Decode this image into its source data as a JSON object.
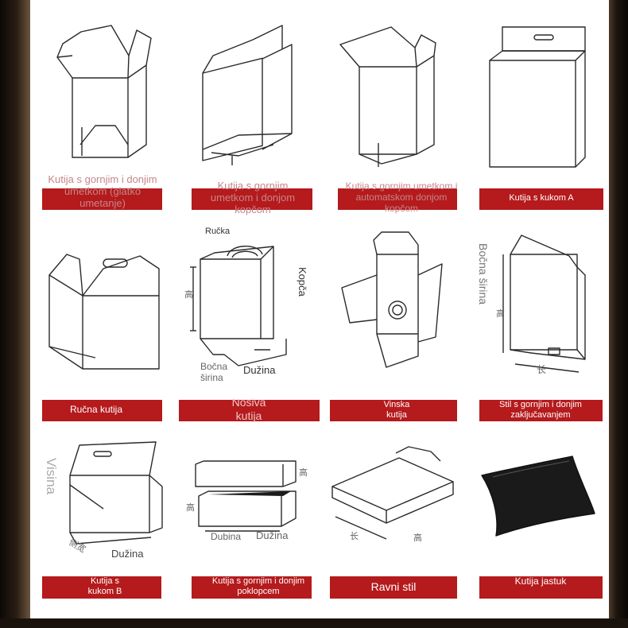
{
  "items": [
    {
      "caption": "Kutija s gornjim i donjim umetkom (glatko umetanje)",
      "bar_label": ""
    },
    {
      "caption": "Kutija s gornjim umetkom i donjom kopčom",
      "bar_label": ""
    },
    {
      "caption": "Kutija s gornjim umetkom i automatskom donjom kopčom",
      "bar_label": ""
    },
    {
      "caption": "",
      "bar_label": "Kutija s kukom A"
    },
    {
      "caption": "",
      "bar_label": "Ručna kutija"
    },
    {
      "caption": "Nosiva kutija",
      "bar_label": ""
    },
    {
      "caption": "",
      "bar_label": "Vinska kutija"
    },
    {
      "caption": "",
      "bar_label": "Stil s gornjim i donjim zaključavanjem"
    },
    {
      "caption": "",
      "bar_label": "Kutija s kukom B"
    },
    {
      "caption": "",
      "bar_label": "Kutija s gornjim i donjim poklopcem"
    },
    {
      "caption": "",
      "bar_label": "Ravni stil"
    },
    {
      "caption": "",
      "bar_label": "Kutija jastuk"
    }
  ],
  "annotations": {
    "rucka": "Ručka",
    "kopca": "Kopča",
    "height_glyph": "高",
    "bocna_sirina_2": "Bočna širina",
    "duzina_2": "Dužina",
    "bocna_sirina_4": "Bočna širina",
    "length_glyph_4": "长",
    "visina": "Visina",
    "side_width_glyph": "侧宽",
    "duzina_5": "Dužina",
    "dubina": "Dubina",
    "duzina_6": "Dužina",
    "length_glyph_7": "长"
  },
  "colors": {
    "bar": "#b51a1c",
    "caption": "#c5868a",
    "frame": "#1a120c"
  }
}
